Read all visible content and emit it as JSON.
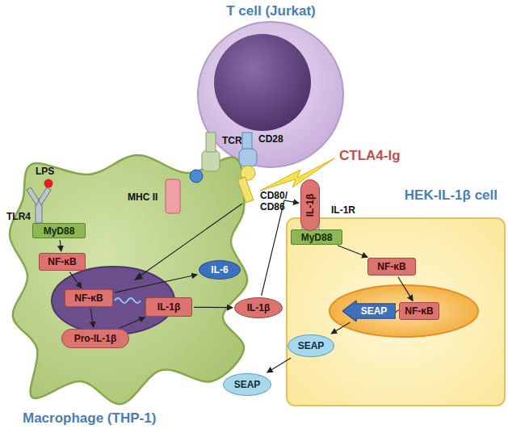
{
  "diagram": {
    "nodes": [
      {
        "text": [
          "T cell (Jurkat)"
        ]
      },
      {
        "text": [
          "Macrophage (THP-1)"
        ]
      },
      {
        "text": [
          "MyD88"
        ],
        "in": 1
      },
      {
        "text": [
          "NF-κB"
        ],
        "in": 1
      },
      {
        "text": [
          "NF-κB"
        ],
        "in": 1
      },
      {
        "text": [
          "IL-6"
        ]
      },
      {
        "text": [
          "IL-1β"
        ],
        "in": 1
      },
      {
        "text": [
          "Pro-IL-1β"
        ],
        "in": 1
      },
      {
        "text": [
          "IL-1β"
        ]
      },
      {
        "text": [
          "HEK-IL-1β cell"
        ]
      },
      {
        "text": [
          "IL-1β"
        ]
      },
      {
        "text": [
          "MyD88"
        ],
        "in": 9
      },
      {
        "text": [
          "NF-κB"
        ],
        "in": 9
      },
      {
        "text": [
          "SEAP"
        ],
        "in": 9
      },
      {
        "text": [
          "NF-κB"
        ],
        "in": 9
      },
      {
        "text": [
          "SEAP"
        ],
        "in": 9
      },
      {
        "text": [
          "SEAP"
        ]
      }
    ],
    "edges": [
      {
        "from": 2,
        "to": 3,
        "arrow": "to"
      },
      {
        "from": 3,
        "to": 4,
        "arrow": "to"
      },
      {
        "from": 4,
        "to": 5,
        "arrow": "to"
      },
      {
        "from": 4,
        "to": 7,
        "arrow": "to"
      },
      {
        "from": 7,
        "to": 6,
        "arrow": "to"
      },
      {
        "from": 6,
        "to": 8,
        "arrow": "to"
      },
      {
        "from": 8,
        "to": 10,
        "arrow": "to"
      },
      {
        "from": 11,
        "to": 12,
        "arrow": "to"
      },
      {
        "from": 12,
        "to": 14,
        "arrow": "to"
      },
      {
        "from": 13,
        "to": 15,
        "arrow": "to"
      },
      {
        "from": 15,
        "to": 16,
        "arrow": "to"
      }
    ],
    "labels": [
      "LPS",
      "TLR4",
      "MHC II",
      "TCR",
      "CD28",
      "CD80/ CD86",
      "CTLA4-Ig",
      "IL-1R"
    ]
  }
}
